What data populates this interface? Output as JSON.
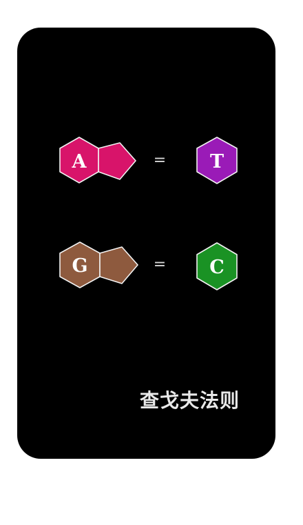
{
  "pairs": [
    {
      "left": {
        "letter": "A",
        "color": "#d8146a"
      },
      "operator": "=",
      "right": {
        "letter": "T",
        "color": "#9a1bb7"
      }
    },
    {
      "left": {
        "letter": "G",
        "color": "#8e5a3e"
      },
      "operator": "=",
      "right": {
        "letter": "C",
        "color": "#1a9224"
      }
    }
  ],
  "caption": "查戈夫法则"
}
